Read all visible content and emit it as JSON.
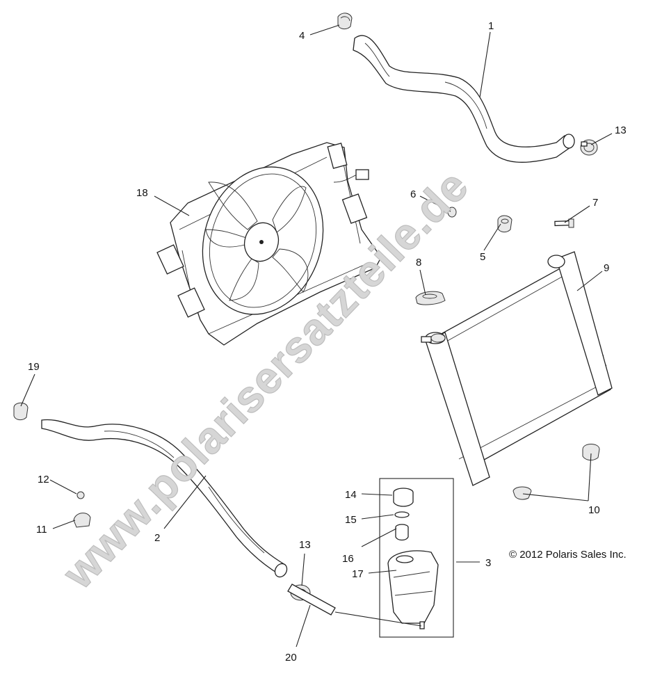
{
  "callouts": {
    "c1": "1",
    "c2": "2",
    "c3": "3",
    "c4": "4",
    "c5": "5",
    "c6": "6",
    "c7": "7",
    "c8": "8",
    "c9": "9",
    "c10": "10",
    "c11": "11",
    "c12": "12",
    "c13a": "13",
    "c13b": "13",
    "c14": "14",
    "c15": "15",
    "c16": "16",
    "c17": "17",
    "c18": "18",
    "c19": "19",
    "c20": "20"
  },
  "copyright": "© 2012 Polaris Sales Inc.",
  "watermark": "www.polarisersatzteile.de"
}
